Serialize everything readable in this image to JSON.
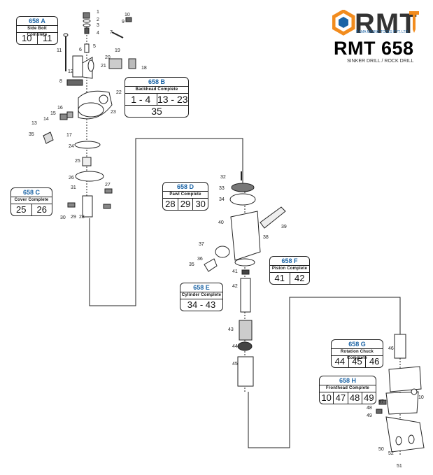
{
  "brand": {
    "name": "RMT",
    "tagline": "RAMA MINING TOOLS PVT. LTD.",
    "model": "RMT 658",
    "subtitle": "SINKER DRILL / ROCK DRILL",
    "colors": {
      "orange": "#f28c1e",
      "blue": "#1b64a6",
      "dark": "#333333"
    }
  },
  "assemblies": [
    {
      "code": "658 A",
      "title": "Side Bolt Complete",
      "rows": [
        [
          "10",
          "11"
        ]
      ]
    },
    {
      "code": "658 B",
      "title": "Backhead Complete",
      "rows": [
        [
          "1 - 4",
          "13 - 23"
        ],
        [
          "35"
        ]
      ]
    },
    {
      "code": "658 C",
      "title": "Cover Complete",
      "rows": [
        [
          "25",
          "26"
        ]
      ]
    },
    {
      "code": "658 D",
      "title": "Pawl Complete",
      "rows": [
        [
          "28",
          "29",
          "30"
        ]
      ]
    },
    {
      "code": "658 E",
      "title": "Cylinder Complete",
      "rows": [
        [
          "34 - 43"
        ]
      ]
    },
    {
      "code": "658 F",
      "title": "Piston Complete",
      "rows": [
        [
          "41",
          "42"
        ]
      ]
    },
    {
      "code": "658 G",
      "title": "Rotation Chuck Complete",
      "rows": [
        [
          "44",
          "45",
          "46"
        ]
      ]
    },
    {
      "code": "658 H",
      "title": "Fronthead Complete",
      "rows": [
        [
          "10",
          "47",
          "48",
          "49"
        ]
      ]
    }
  ],
  "part_numbers": [
    "1",
    "2",
    "3",
    "4",
    "5",
    "6",
    "7",
    "8",
    "9",
    "10",
    "11",
    "12",
    "13",
    "14",
    "15",
    "16",
    "17",
    "18",
    "19",
    "20",
    "21",
    "22",
    "23",
    "24",
    "25",
    "26",
    "27",
    "28",
    "29",
    "30",
    "31",
    "32",
    "33",
    "34",
    "35",
    "36",
    "37",
    "38",
    "39",
    "40",
    "41",
    "42",
    "43",
    "44",
    "45",
    "46",
    "47",
    "48",
    "49",
    "50",
    "51",
    "52"
  ]
}
